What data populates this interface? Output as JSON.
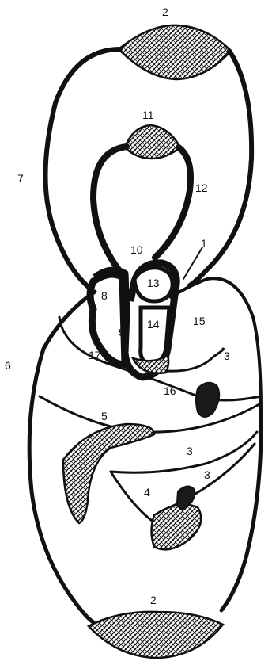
{
  "diagram": {
    "labels": {
      "l1": "1",
      "l2_top": "2",
      "l2_bottom": "2",
      "l3_a": "3",
      "l3_b": "3",
      "l3_c": "3",
      "l4": "4",
      "l5": "5",
      "l6": "6",
      "l7": "7",
      "l8": "8",
      "l9": "9",
      "l10": "10",
      "l11": "11",
      "l12": "12",
      "l13": "13",
      "l14": "14",
      "l15": "15",
      "l16": "16",
      "l17": "17"
    },
    "colors": {
      "ink": "#111111",
      "paper": "#ffffff"
    }
  }
}
